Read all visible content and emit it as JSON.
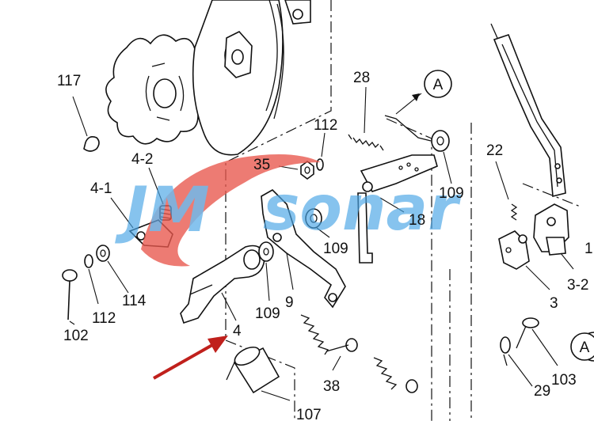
{
  "watermark": {
    "brand_left": "JM",
    "brand_right": "sonar",
    "color_blue": "#4aa6e6",
    "color_red": "#e8574c"
  },
  "callouts": {
    "view_a_top": "A",
    "view_a_bottom": "A"
  },
  "labels": {
    "p117": "117",
    "p4_2": "4-2",
    "p4_1": "4-1",
    "p102": "102",
    "p112a": "112",
    "p114": "114",
    "p4": "4",
    "p109a": "109",
    "p9": "9",
    "p109b": "109",
    "p35": "35",
    "p112b": "112",
    "p28": "28",
    "p18": "18",
    "p109c": "109",
    "p22": "22",
    "p3": "3",
    "p3_2": "3-2",
    "p1": "1",
    "p103": "103",
    "p29": "29",
    "p38": "38",
    "p107": "107"
  },
  "arrow_color": "#c0201c"
}
